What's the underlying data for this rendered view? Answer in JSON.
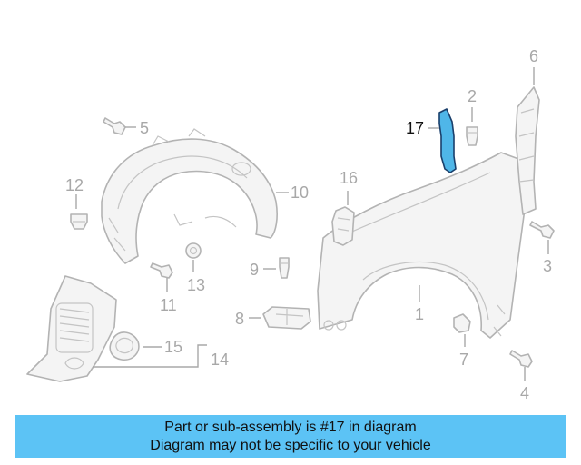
{
  "diagram": {
    "callouts": {
      "c1": "1",
      "c2": "2",
      "c3": "3",
      "c4": "4",
      "c5": "5",
      "c6": "6",
      "c7": "7",
      "c8": "8",
      "c9": "9",
      "c10": "10",
      "c11": "11",
      "c12": "12",
      "c13": "13",
      "c14": "14",
      "c15": "15",
      "c16": "16",
      "c17": "17"
    },
    "highlighted_part": "17",
    "colors": {
      "highlight": "#4fb6e8",
      "banner": "#5cc3f5",
      "part_lines": "#b3b3b3"
    }
  },
  "banner": {
    "line1": "Part or sub-assembly is #17 in diagram",
    "line2": "Diagram may not be specific to your vehicle"
  }
}
